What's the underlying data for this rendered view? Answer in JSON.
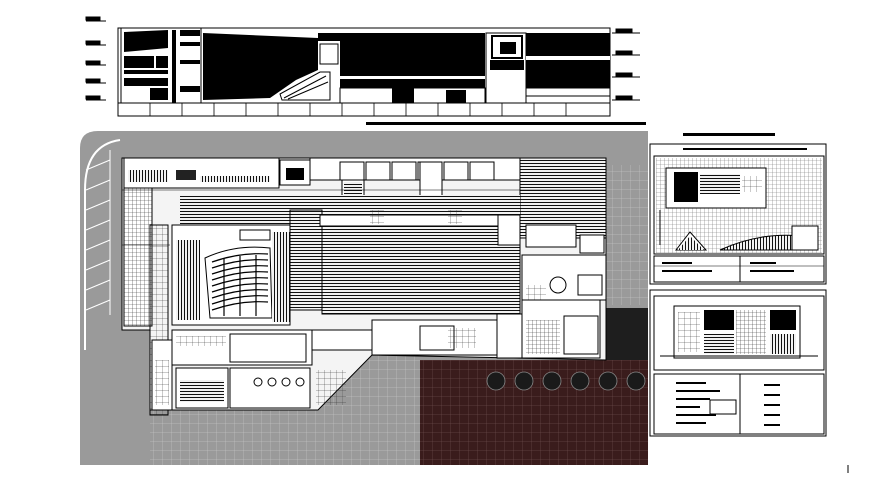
{
  "drawing": {
    "sheet_labels": [],
    "colors": {
      "background": "#ffffff",
      "ink": "#000000",
      "site_fill": "#9a9a9a",
      "plaza_fill": "#3a1c1c",
      "grid_line": "#cfcfcf",
      "hatch_dark": "#111111"
    },
    "views": [
      {
        "id": "section-elevation",
        "kind": "building section"
      },
      {
        "id": "site-floor-plan",
        "kind": "ground floor plan with site"
      },
      {
        "id": "detail-sheet-upper",
        "kind": "detail plan and section"
      },
      {
        "id": "detail-sheet-lower",
        "kind": "section with title block"
      }
    ],
    "trees_count": 6
  }
}
